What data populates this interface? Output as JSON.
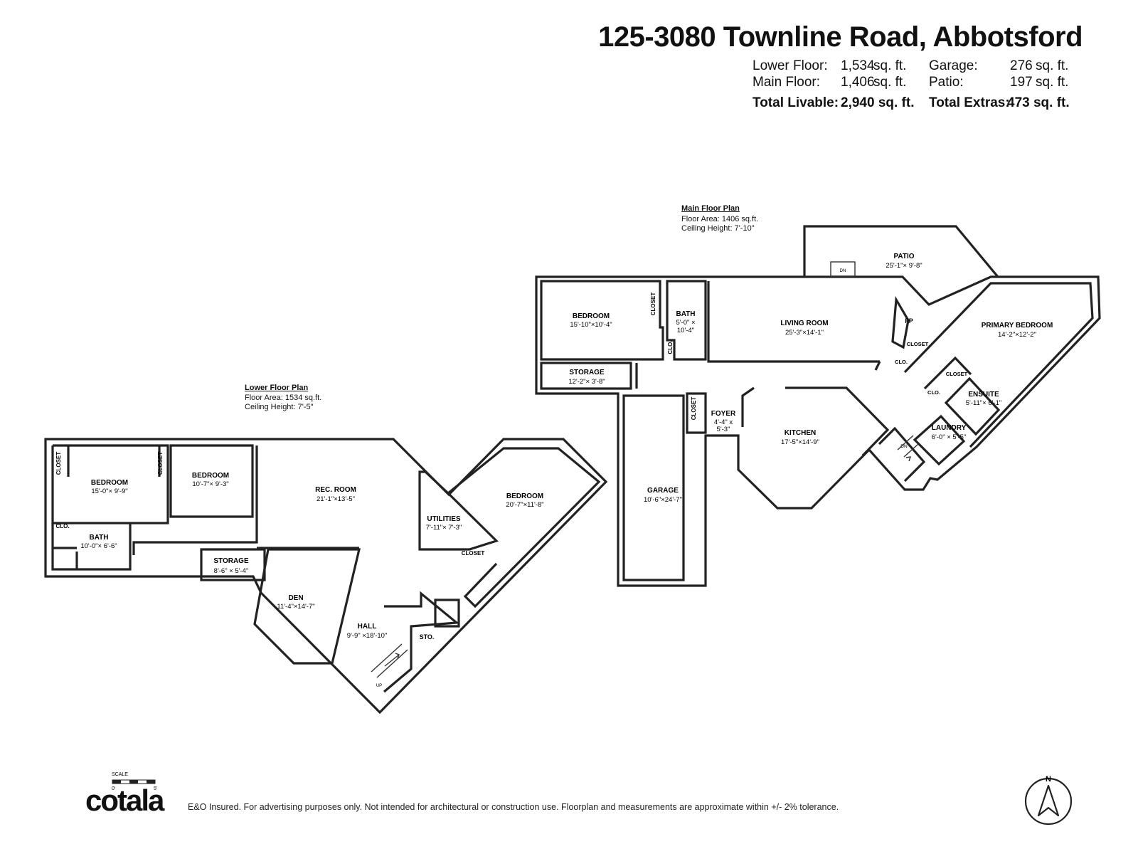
{
  "title": "125-3080 Townline Road, Abbotsford",
  "stats": {
    "lower_label": "Lower Floor:",
    "lower_value": "1,534",
    "lower_unit": "sq. ft.",
    "garage_label": "Garage:",
    "garage_value": "276",
    "garage_unit": "sq. ft.",
    "main_label": "Main Floor:",
    "main_value": "1,406",
    "main_unit": "sq. ft.",
    "patio_label": "Patio:",
    "patio_value": "197",
    "patio_unit": "sq. ft.",
    "total_livable_label": "Total Livable:",
    "total_livable_value": "2,940 sq. ft.",
    "total_extras_label": "Total Extras:",
    "total_extras_value": "473 sq. ft."
  },
  "lower_floor": {
    "title": "Lower Floor Plan",
    "area": "Floor Area: 1534 sq.ft.",
    "ceiling": "Ceiling Height: 7'-5\"",
    "rooms": {
      "bedroom1": {
        "name": "BEDROOM",
        "dims": "15'-0\"× 9'-9\""
      },
      "bedroom2": {
        "name": "BEDROOM",
        "dims": "10'-7\"× 9'-3\""
      },
      "rec_room": {
        "name": "REC. ROOM",
        "dims": "21'-1\"×13'-5\""
      },
      "bedroom3": {
        "name": "BEDROOM",
        "dims": "20'-7\"×11'-8\""
      },
      "utilities": {
        "name": "UTILITIES",
        "dims": "7'-11\"× 7'-3\""
      },
      "bath": {
        "name": "BATH",
        "dims": "10'-0\"× 6'-6\""
      },
      "storage": {
        "name": "STORAGE",
        "dims": "8'-6\" × 5'-4\""
      },
      "den": {
        "name": "DEN",
        "dims": "11'-4\"×14'-7\""
      },
      "hall": {
        "name": "HALL",
        "dims": "9'-9\" ×18'-10\""
      }
    },
    "labels": {
      "closet": "CLOSET",
      "clo": "CLO.",
      "sto": "STO.",
      "up": "UP"
    }
  },
  "main_floor": {
    "title": "Main Floor Plan",
    "area": "Floor Area: 1406 sq.ft.",
    "ceiling": "Ceiling Height: 7'-10\"",
    "rooms": {
      "bedroom": {
        "name": "BEDROOM",
        "dims": "15'-10\"×10'-4\""
      },
      "bath": {
        "name": "BATH",
        "dims1": "5'-0\" ×",
        "dims2": "10'-4\""
      },
      "storage": {
        "name": "STORAGE",
        "dims": "12'-2\"× 3'-8\""
      },
      "living": {
        "name": "LIVING ROOM",
        "dims": "25'-3\"×14'-1\""
      },
      "patio": {
        "name": "PATIO",
        "dims": "25'-1\"× 9'-8\""
      },
      "primary": {
        "name": "PRIMARY BEDROOM",
        "dims": "14'-2\"×12'-2\""
      },
      "ensuite": {
        "name": "ENSUITE",
        "dims": "5'-11\"× 6'-1\""
      },
      "laundry": {
        "name": "LAUNDRY",
        "dims": "6'-0\" × 5'-5\""
      },
      "kitchen": {
        "name": "KITCHEN",
        "dims": "17'-5\"×14'-9\""
      },
      "foyer": {
        "name": "FOYER",
        "dims1": "4'-4\" x",
        "dims2": "5'-3\""
      },
      "garage": {
        "name": "GARAGE",
        "dims": "10'-6\"×24'-7\""
      }
    },
    "labels": {
      "closet": "CLOSET",
      "clo": "CLO.",
      "fp": "FP",
      "dn": "DN"
    }
  },
  "scale": {
    "label": "SCALE",
    "min": "0'",
    "max": "5'"
  },
  "compass": {
    "label": "N"
  },
  "brand": "cotala",
  "disclaimer": "E&O Insured. For advertising purposes only. Not intended for architectural or construction use. Floorplan and measurements are approximate within +/- 2% tolerance."
}
